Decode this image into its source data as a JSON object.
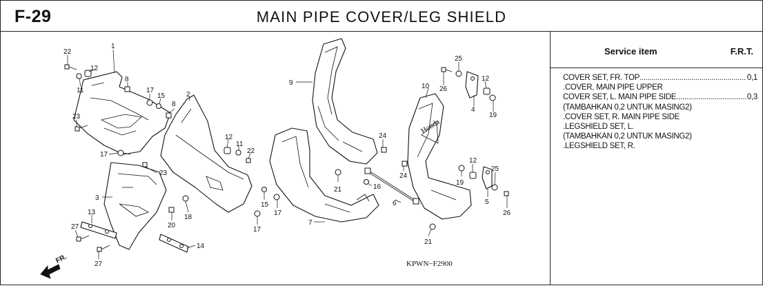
{
  "header": {
    "code": "F-29",
    "title": "MAIN PIPE COVER/LEG SHIELD"
  },
  "service_table": {
    "col_item": "Service item",
    "col_frt": "F.R.T.",
    "rows": [
      {
        "label": "COVER SET, FR. TOP",
        "value": "0,1"
      },
      {
        "label": ".COVER, MAIN PIPE UPPER",
        "value": ""
      },
      {
        "label": "COVER SET, L. MAIN PIPE SIDE",
        "value": "0,3"
      },
      {
        "label": "(TAMBAHKAN 0,2 UNTUK MASING2)",
        "value": ""
      },
      {
        "label": ".COVER SET, R. MAIN PIPE SIDE",
        "value": ""
      },
      {
        "label": ".LEGSHIELD SET, L.",
        "value": ""
      },
      {
        "label": "(TAMBAHKAN 0,2 UNTUK MASING2)",
        "value": ""
      },
      {
        "label": ".LEGSHIELD SET, R.",
        "value": ""
      }
    ]
  },
  "diagram": {
    "drawing_code": "KPWN−F2900",
    "direction_label": "FR.",
    "callouts": [
      "22",
      "1",
      "12",
      "11",
      "8",
      "17",
      "15",
      "2",
      "8",
      "23",
      "17",
      "23",
      "3",
      "13",
      "27",
      "27",
      "18",
      "20",
      "14",
      "12",
      "11",
      "22",
      "15",
      "17",
      "17",
      "9",
      "24",
      "21",
      "16",
      "24",
      "6",
      "7",
      "25",
      "26",
      "12",
      "4",
      "19",
      "10",
      "12",
      "25",
      "19",
      "5",
      "26",
      "21"
    ],
    "decal_text": "Honda"
  }
}
